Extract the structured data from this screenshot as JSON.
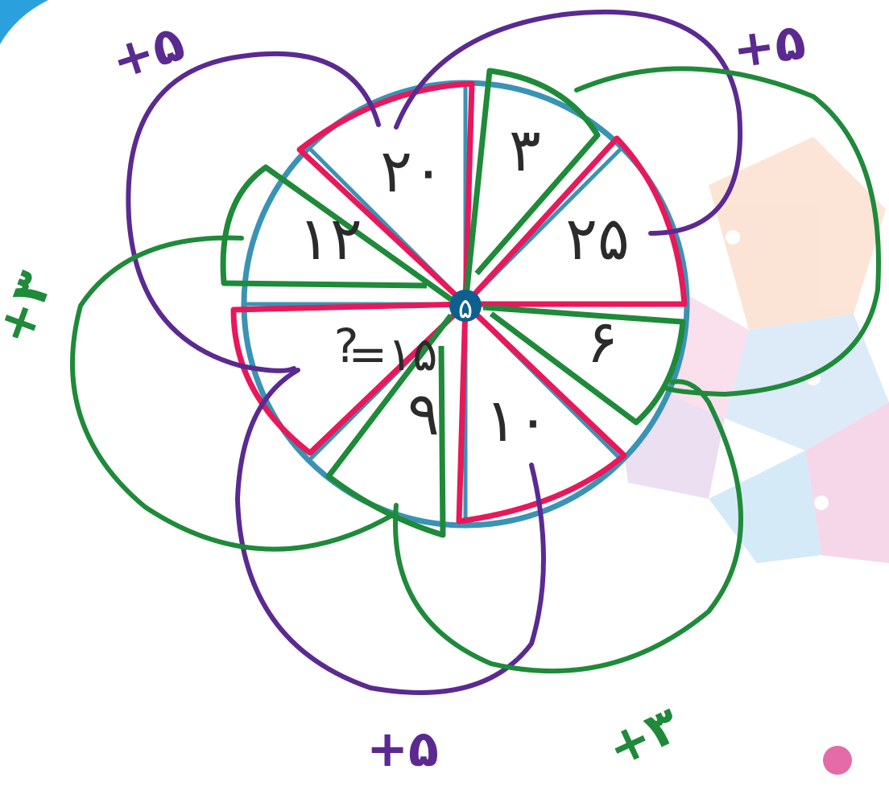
{
  "wheel": {
    "segments": {
      "top_left": "۲۰",
      "top_right": "۳",
      "right_upper": "۲۵",
      "right_lower": "۶",
      "bottom_right": "۱۰",
      "bottom_left": "۹",
      "left_lower": "?",
      "left_upper": "۱۲"
    },
    "answer": "=۱۵",
    "center": "۵"
  },
  "annotations": {
    "purple_top_left": "+۵",
    "purple_top_right": "+۵",
    "purple_bottom": "+۵",
    "green_left": "+۳",
    "green_bottom_right": "+۳"
  },
  "colors": {
    "wheel_border": "#3a93b5",
    "red": "#e8185a",
    "green": "#1f8a3a",
    "purple": "#5b2a91",
    "center_dot": "#0d5f8f"
  }
}
